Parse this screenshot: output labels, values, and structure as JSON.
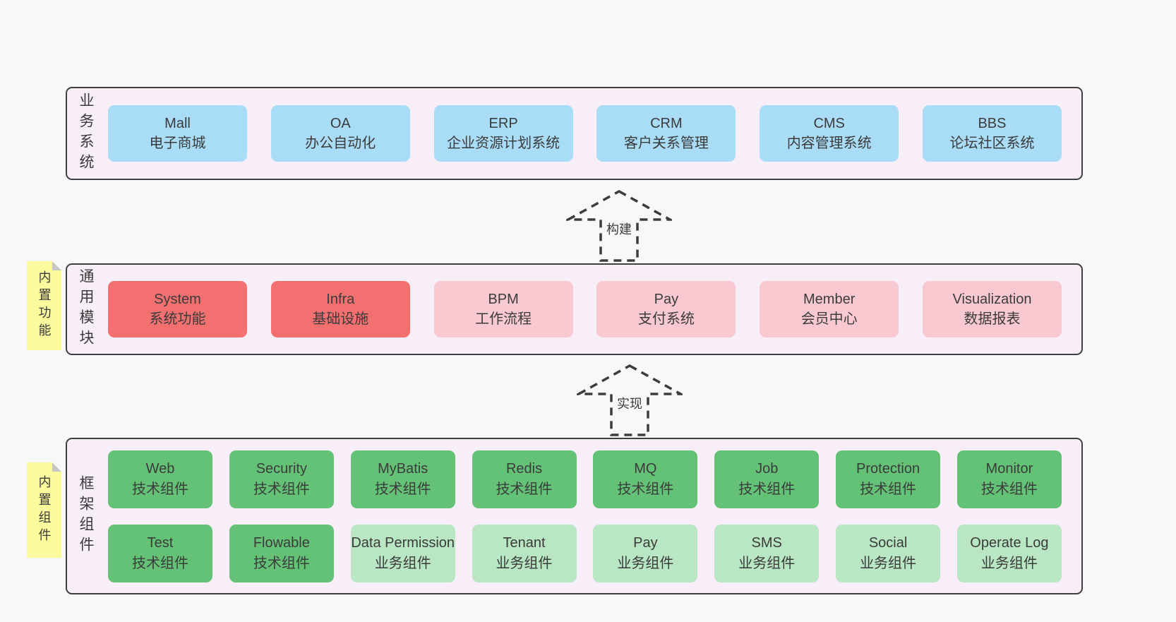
{
  "colors": {
    "page_bg": "#f8f8f8",
    "band_bg": "#f8eef7",
    "band_border": "#3f3f3f",
    "blue_box": "#a9dcf6",
    "red_box": "#f37070",
    "pink_box": "#f9c9d2",
    "green_box": "#64c277",
    "light_green_box": "#b9e6c3",
    "sticky_note": "#fbfa9c",
    "text": "#3b3b3b"
  },
  "business_layer": {
    "label": "业务系统",
    "boxes": [
      {
        "title": "Mall",
        "subtitle": "电子商城"
      },
      {
        "title": "OA",
        "subtitle": "办公自动化"
      },
      {
        "title": "ERP",
        "subtitle": "企业资源计划系统"
      },
      {
        "title": "CRM",
        "subtitle": "客户关系管理"
      },
      {
        "title": "CMS",
        "subtitle": "内容管理系统"
      },
      {
        "title": "BBS",
        "subtitle": "论坛社区系统"
      }
    ]
  },
  "build_arrow": {
    "label": "构建"
  },
  "module_layer": {
    "label": "通用模块",
    "note": "内置功能",
    "boxes": [
      {
        "title": "System",
        "subtitle": "系统功能",
        "variant": "red"
      },
      {
        "title": "Infra",
        "subtitle": "基础设施",
        "variant": "red"
      },
      {
        "title": "BPM",
        "subtitle": "工作流程",
        "variant": "pink"
      },
      {
        "title": "Pay",
        "subtitle": "支付系统",
        "variant": "pink"
      },
      {
        "title": "Member",
        "subtitle": "会员中心",
        "variant": "pink"
      },
      {
        "title": "Visualization",
        "subtitle": "数据报表",
        "variant": "pink"
      }
    ]
  },
  "implement_arrow": {
    "label": "实现"
  },
  "component_layer": {
    "label": "框架组件",
    "note": "内置组件",
    "row1": [
      {
        "title": "Web",
        "subtitle": "技术组件"
      },
      {
        "title": "Security",
        "subtitle": "技术组件"
      },
      {
        "title": "MyBatis",
        "subtitle": "技术组件"
      },
      {
        "title": "Redis",
        "subtitle": "技术组件"
      },
      {
        "title": "MQ",
        "subtitle": "技术组件"
      },
      {
        "title": "Job",
        "subtitle": "技术组件"
      },
      {
        "title": "Protection",
        "subtitle": "技术组件"
      },
      {
        "title": "Monitor",
        "subtitle": "技术组件"
      }
    ],
    "row2": [
      {
        "title": "Test",
        "subtitle": "技术组件",
        "variant": "green"
      },
      {
        "title": "Flowable",
        "subtitle": "技术组件",
        "variant": "green"
      },
      {
        "title": "Data Permission",
        "subtitle": "业务组件",
        "variant": "light_green"
      },
      {
        "title": "Tenant",
        "subtitle": "业务组件",
        "variant": "light_green"
      },
      {
        "title": "Pay",
        "subtitle": "业务组件",
        "variant": "light_green"
      },
      {
        "title": "SMS",
        "subtitle": "业务组件",
        "variant": "light_green"
      },
      {
        "title": "Social",
        "subtitle": "业务组件",
        "variant": "light_green"
      },
      {
        "title": "Operate Log",
        "subtitle": "业务组件",
        "variant": "light_green"
      }
    ]
  }
}
